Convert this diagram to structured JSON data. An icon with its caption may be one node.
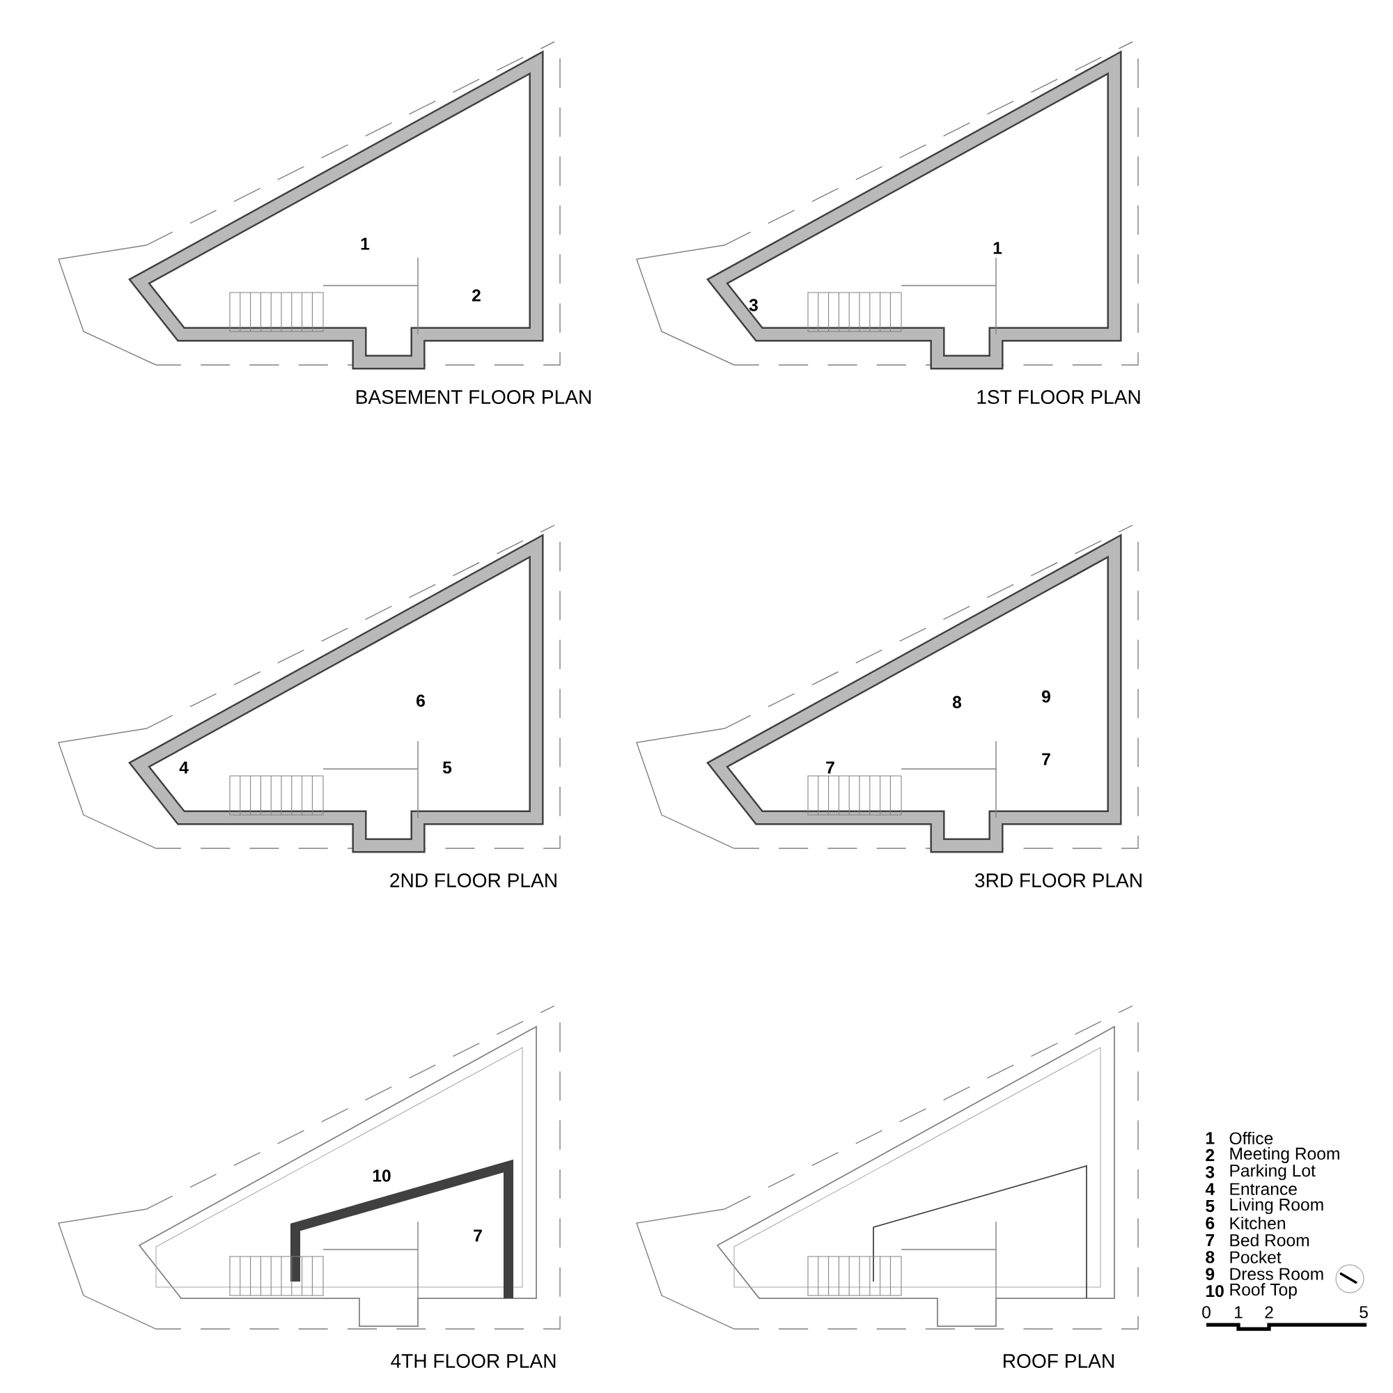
{
  "diagram": {
    "labels": [
      "1",
      "2",
      "BASEMENT FLOOR PLAN",
      "3",
      "1",
      "1ST FLOOR PLAN",
      "4",
      "6",
      "5",
      "2ND FLOOR PLAN",
      "8",
      "9",
      "7",
      "7",
      "3RD FLOOR PLAN",
      "10",
      "7",
      "4TH FLOOR PLAN",
      "ROOF PLAN",
      "1",
      "Office",
      "2",
      "Meeting Room",
      "3",
      "Parking Lot",
      "4",
      "Entrance",
      "5",
      "Living Room",
      "6",
      "Kitchen",
      "7",
      "Bed Room",
      "8",
      "Pocket",
      "9",
      "Dress Room",
      "10",
      "Roof Top",
      "0",
      "1",
      "2",
      "5"
    ]
  }
}
